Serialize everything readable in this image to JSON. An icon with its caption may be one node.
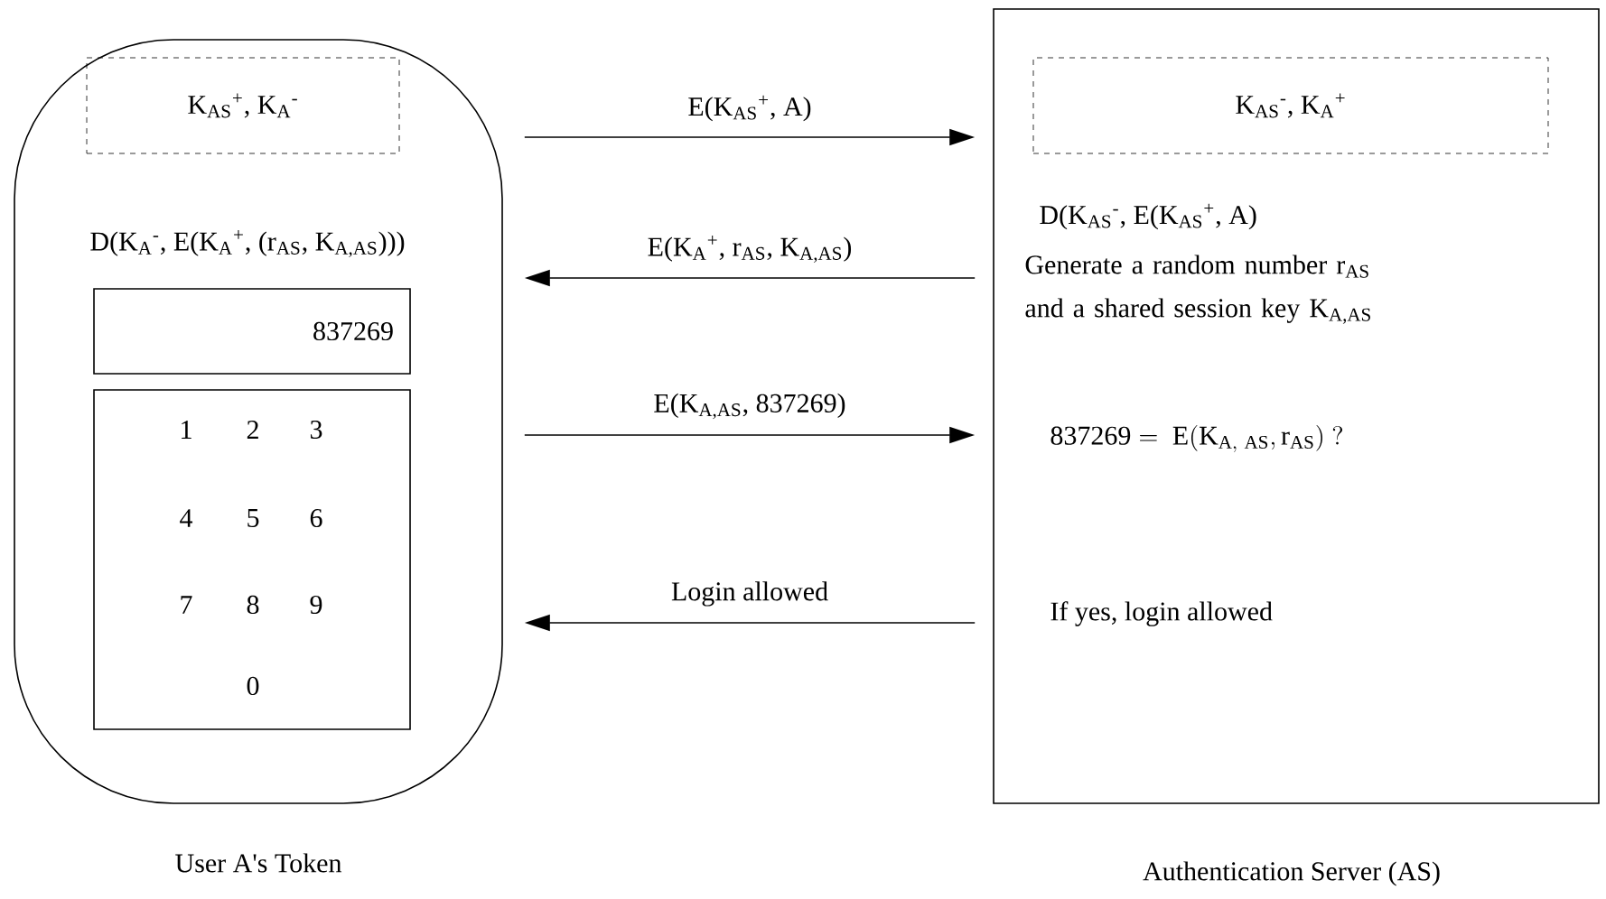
{
  "diagram": {
    "nodes": [
      {
        "text": [
          "D(K$_{A}$$^{-}$, E(K$_{A}$$^{+}$, (r$_{AS}$, K$_{A,AS}$)))"
        ],
        "beside": [
          "User A's Token"
        ]
      },
      {
        "text": [
          "K$_{AS}$$^{+}$, K$_{A}$$^{-}$"
        ],
        "in": 0
      },
      {
        "text": [
          "837269"
        ],
        "in": 0
      },
      {
        "text": [
          "1",
          "2",
          "3",
          "4",
          "5",
          "6",
          "7",
          "8",
          "9",
          "0"
        ],
        "in": 0
      },
      {
        "text": [
          "D(K$_{AS}$$^{-}$, E(K$_{AS}$$^{+}$, A)",
          "Generate a random number r$_{AS}$ and a shared session key K$_{A,AS}$",
          "\\mathrm{837269 =\\ E(K_{A,\\ AS}, r_{AS})\\ ?}",
          "If yes, login allowed"
        ],
        "beside": [
          "Authentication Server (AS)"
        ]
      },
      {
        "text": [
          "K$_{AS}$$^{-}$, K$_{A}$$^{+}$"
        ],
        "in": 4
      }
    ],
    "edges": [
      {
        "from": 0,
        "to": 4,
        "arrow": "to",
        "label": "E(K$_{AS}$$^{+}$, A)"
      },
      {
        "from": 4,
        "to": 0,
        "arrow": "to",
        "label": "E(K$_{A}$$^{+}$, r$_{AS}$, K$_{A,AS}$)"
      },
      {
        "from": 0,
        "to": 4,
        "arrow": "to",
        "label": "E(K$_{A,AS}$, 837269)"
      },
      {
        "from": 4,
        "to": 0,
        "arrow": "to",
        "label": "Login allowed"
      }
    ]
  }
}
